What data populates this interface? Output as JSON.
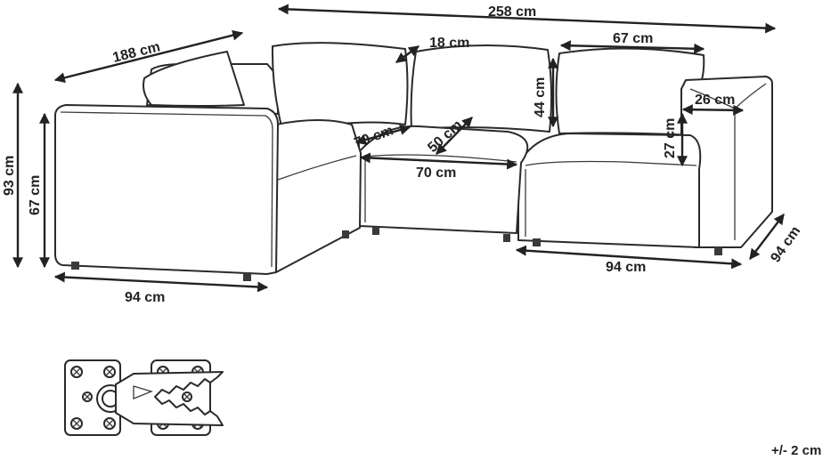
{
  "dimensions": {
    "total_width": "258 cm",
    "depth_left": "188 cm",
    "back_cushion_depth": "18 cm",
    "back_cushion_width": "67 cm",
    "back_cushion_height": "44 cm",
    "arm_width": "26 cm",
    "arm_height": "27 cm",
    "total_height": "93 cm",
    "arm_total_height": "67 cm",
    "seat_depth_corner": "70 cm",
    "seat_depth_mid": "50 cm",
    "seat_width_mid": "70 cm",
    "module_width_left": "94 cm",
    "module_width_right": "94 cm",
    "module_depth_right": "94 cm"
  },
  "tolerance": "+/- 2 cm"
}
